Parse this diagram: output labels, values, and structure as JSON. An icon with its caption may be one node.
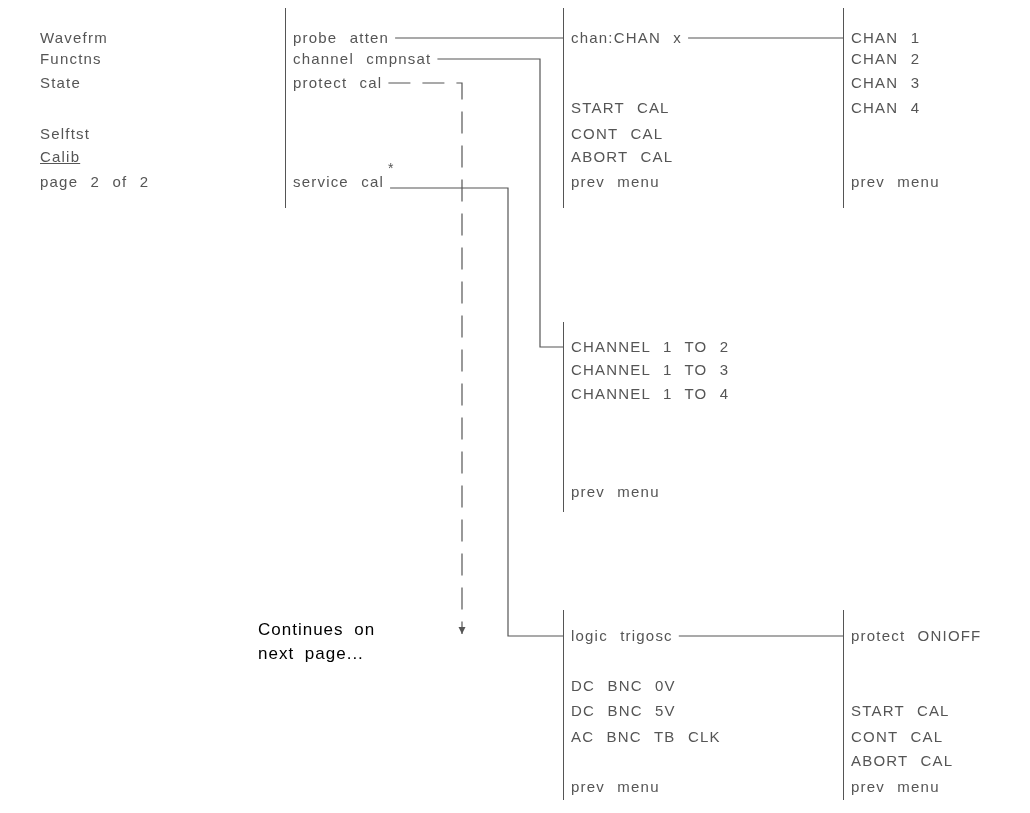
{
  "diagram": {
    "nodes": [
      {
        "text": [],
        "shape": "bar"
      },
      {
        "text": [
          "probe atten"
        ],
        "in": 0
      },
      {
        "text": [
          "channel cmpnsat"
        ],
        "in": 0
      },
      {
        "text": [
          "protect cal"
        ],
        "in": 0
      },
      {
        "text": [
          "service cal"
        ],
        "in": 0,
        "beside": [
          "*"
        ]
      },
      {
        "text": [],
        "shape": "bar"
      },
      {
        "text": [
          "chan:CHAN x"
        ],
        "in": 5
      },
      {
        "text": [
          "START CAL"
        ],
        "in": 5
      },
      {
        "text": [
          "CONT CAL"
        ],
        "in": 5
      },
      {
        "text": [
          "ABORT CAL"
        ],
        "in": 5
      },
      {
        "text": [
          "prev menu"
        ],
        "in": 5
      },
      {
        "text": [],
        "shape": "bar"
      },
      {
        "text": [
          "CHAN 1"
        ],
        "in": 11
      },
      {
        "text": [
          "CHAN 2"
        ],
        "in": 11
      },
      {
        "text": [
          "CHAN 3"
        ],
        "in": 11
      },
      {
        "text": [
          "CHAN 4"
        ],
        "in": 11
      },
      {
        "text": [
          "prev menu"
        ],
        "in": 11
      },
      {
        "text": [],
        "shape": "bar"
      },
      {
        "text": [
          "CHANNEL 1 TO 2"
        ],
        "in": 17
      },
      {
        "text": [
          "CHANNEL 1 TO 3"
        ],
        "in": 17
      },
      {
        "text": [
          "CHANNEL 1 TO 4"
        ],
        "in": 17
      },
      {
        "text": [
          "prev menu"
        ],
        "in": 17
      },
      {
        "text": [],
        "shape": "bar"
      },
      {
        "text": [
          "logic trigosc"
        ],
        "in": 22
      },
      {
        "text": [
          "DC BNC 0V"
        ],
        "in": 22
      },
      {
        "text": [
          "DC BNC 5V"
        ],
        "in": 22
      },
      {
        "text": [
          "AC BNC TB CLK"
        ],
        "in": 22
      },
      {
        "text": [
          "prev menu"
        ],
        "in": 22
      },
      {
        "text": [],
        "shape": "bar"
      },
      {
        "text": [
          "protect ONIOFF"
        ],
        "in": 28
      },
      {
        "text": [
          "START CAL"
        ],
        "in": 28
      },
      {
        "text": [
          "CONT CAL"
        ],
        "in": 28
      },
      {
        "text": [
          "ABORT CAL"
        ],
        "in": 28
      },
      {
        "text": [
          "prev menu"
        ],
        "in": 28
      }
    ],
    "edges": [
      {
        "from": 1,
        "to": 5,
        "arrow": "none"
      },
      {
        "from": 2,
        "to": 17,
        "arrow": "none"
      },
      {
        "from": 3,
        "to": null,
        "arrow": "to",
        "style": "dashed"
      },
      {
        "from": 4,
        "to": 22,
        "arrow": "none"
      },
      {
        "from": 6,
        "to": 11,
        "arrow": "none"
      },
      {
        "from": 23,
        "to": 28,
        "arrow": "none"
      }
    ],
    "labels": [
      "Wavefrm",
      "Functns",
      "State",
      "Selftst",
      "Calib",
      "page 2 of 2",
      "Continues on next page..."
    ]
  }
}
